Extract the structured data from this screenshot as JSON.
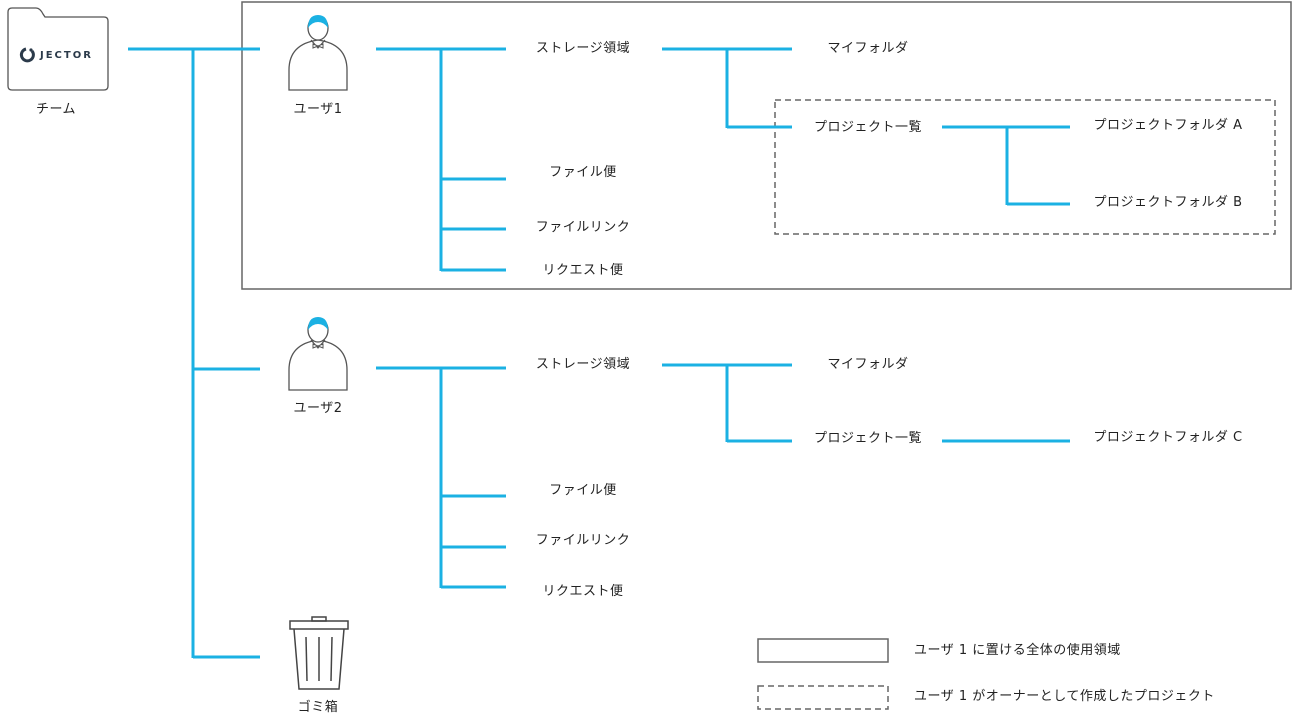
{
  "colors": {
    "connector": "#1bb1e3",
    "outline": "#666666",
    "dashed": "#666666",
    "text": "#222222"
  },
  "team": {
    "logo_text": "JECTOR",
    "label": "チーム",
    "icon": "folder-icon"
  },
  "user1": {
    "label": "ユーザ1",
    "storage": "ストレージ領域",
    "my_folder": "マイフォルダ",
    "project_list": "プロジェクト一覧",
    "project_a": "プロジェクトフォルダ A",
    "project_b": "プロジェクトフォルダ B",
    "file_delivery": "ファイル便",
    "file_link": "ファイルリンク",
    "request_delivery": "リクエスト便"
  },
  "user2": {
    "label": "ユーザ2",
    "storage": "ストレージ領域",
    "my_folder": "マイフォルダ",
    "project_list": "プロジェクト一覧",
    "project_c": "プロジェクトフォルダ C",
    "file_delivery": "ファイル便",
    "file_link": "ファイルリンク",
    "request_delivery": "リクエスト便"
  },
  "trash": {
    "label": "ゴミ箱",
    "icon": "trash-icon"
  },
  "legend": {
    "solid_box": "ユーザ 1 に置ける全体の使用領域",
    "dashed_box": "ユーザ 1 がオーナーとして作成したプロジェクト"
  }
}
